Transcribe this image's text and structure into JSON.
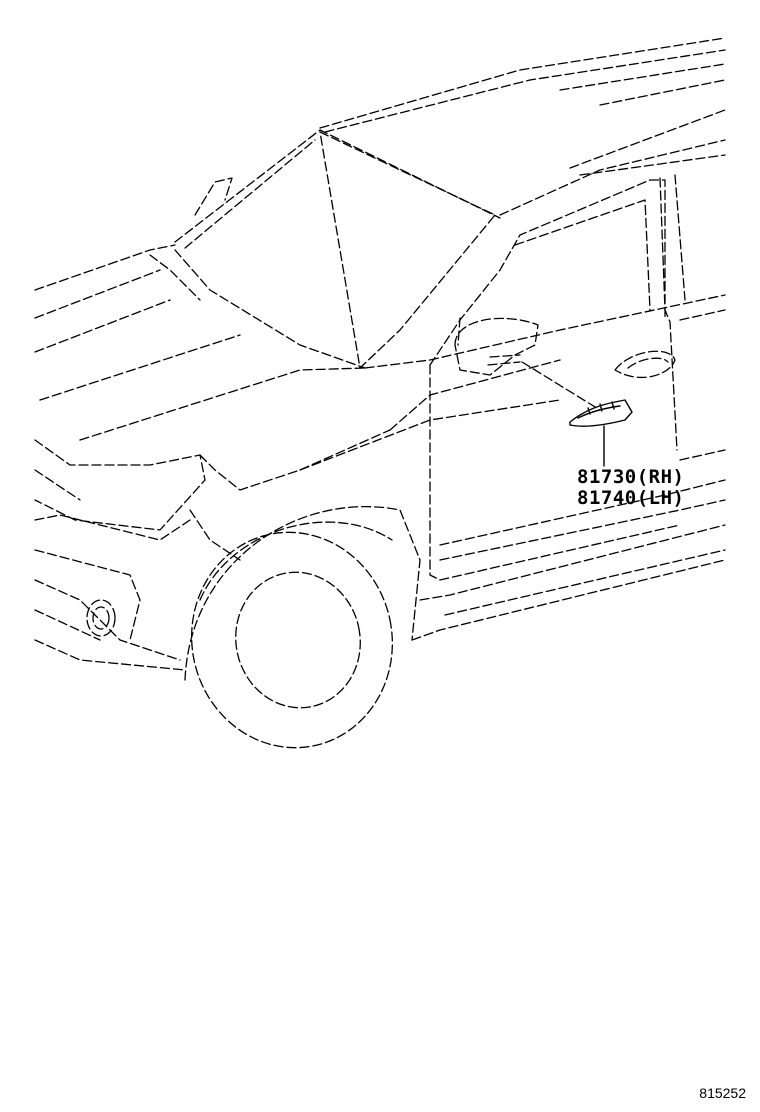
{
  "callouts": [
    {
      "part_number": "81730",
      "side": "RH",
      "text": "81730(RH)"
    },
    {
      "part_number": "81740",
      "side": "LH",
      "text": "81740(LH)"
    }
  ],
  "diagram_id": "815252",
  "line_color": "#000000",
  "background_color": "#ffffff"
}
